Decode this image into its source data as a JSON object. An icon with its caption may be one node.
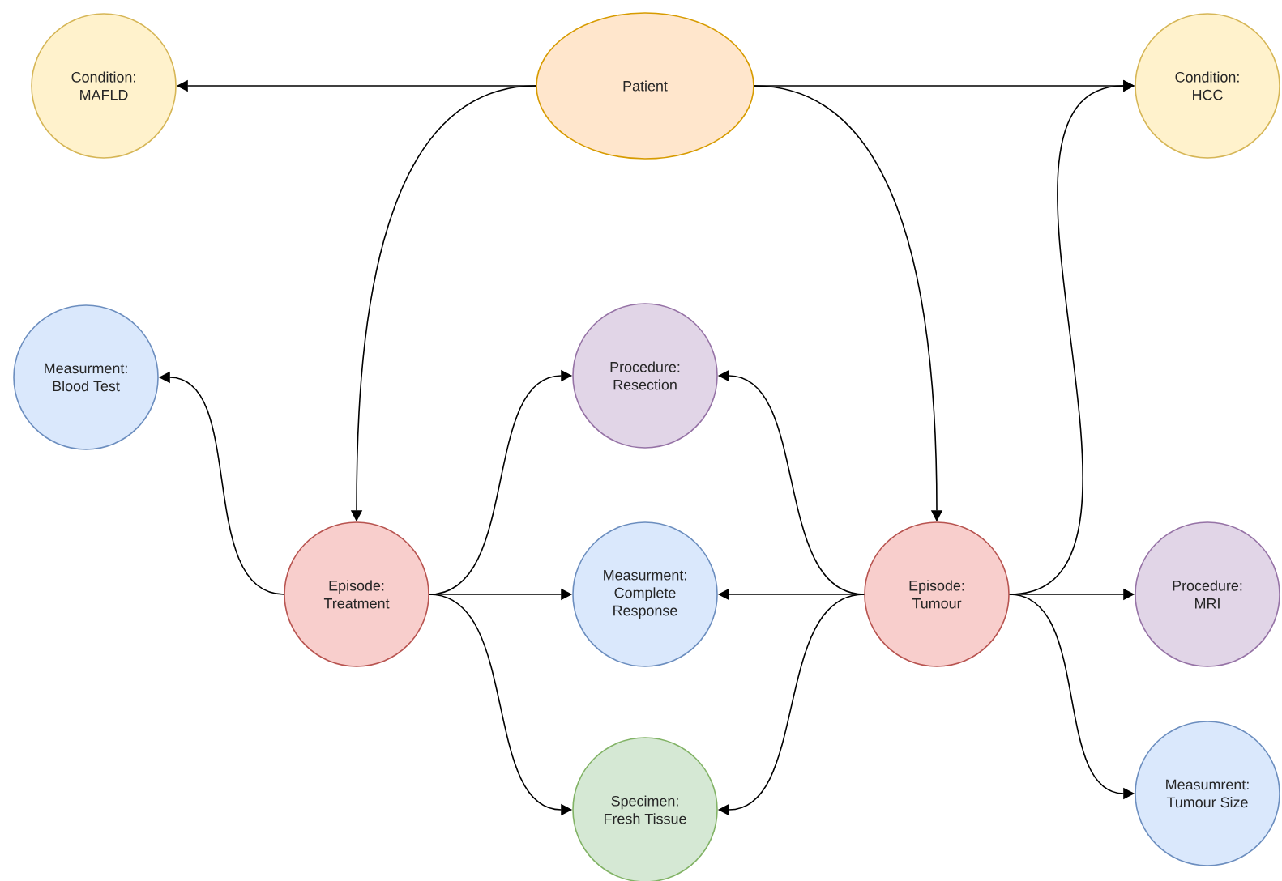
{
  "diagram": {
    "nodes": [
      {
        "text": [
          "Condition: MAFLD"
        ]
      },
      {
        "text": [
          "Patient"
        ]
      },
      {
        "text": [
          "Condition: HCC"
        ]
      },
      {
        "text": [
          "Measurment: Blood Test"
        ]
      },
      {
        "text": [
          "Procedure: Resection"
        ]
      },
      {
        "text": [
          "Episode: Treatment"
        ]
      },
      {
        "text": [
          "Measurment: Complete Response"
        ]
      },
      {
        "text": [
          "Episode: Tumour"
        ]
      },
      {
        "text": [
          "Procedure: MRI"
        ]
      },
      {
        "text": [
          "Specimen: Fresh Tissue"
        ]
      },
      {
        "text": [
          "Measumrent: Tumour Size"
        ]
      }
    ],
    "edges": [
      {
        "from": 1,
        "to": 0,
        "arrow": "to"
      },
      {
        "from": 1,
        "to": 2,
        "arrow": "to"
      },
      {
        "from": 1,
        "to": 5,
        "arrow": "to"
      },
      {
        "from": 1,
        "to": 7,
        "arrow": "to"
      },
      {
        "from": 5,
        "to": 3,
        "arrow": "to"
      },
      {
        "from": 5,
        "to": 4,
        "arrow": "to"
      },
      {
        "from": 5,
        "to": 6,
        "arrow": "to"
      },
      {
        "from": 5,
        "to": 9,
        "arrow": "to"
      },
      {
        "from": 7,
        "to": 4,
        "arrow": "to"
      },
      {
        "from": 7,
        "to": 6,
        "arrow": "to"
      },
      {
        "from": 7,
        "to": 9,
        "arrow": "to"
      },
      {
        "from": 7,
        "to": 2,
        "arrow": "to"
      },
      {
        "from": 7,
        "to": 8,
        "arrow": "to"
      },
      {
        "from": 7,
        "to": 10,
        "arrow": "to"
      }
    ]
  }
}
